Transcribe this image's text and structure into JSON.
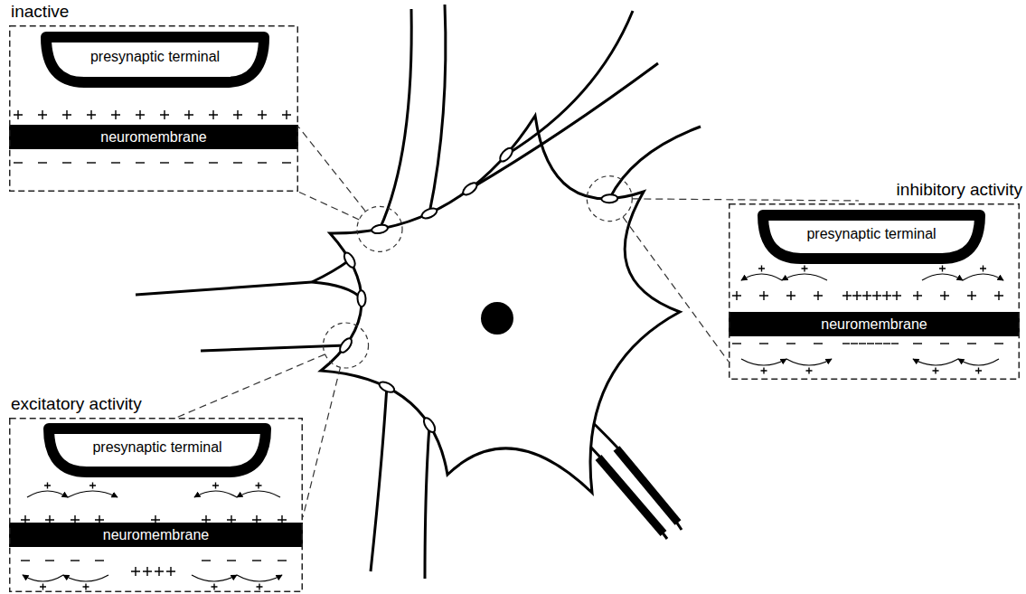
{
  "diagram": {
    "nodes": [
      {
        "text": [
          "inactive"
        ]
      },
      {
        "text": [
          "presynaptic terminal"
        ],
        "in": 0
      },
      {
        "text": [
          "neuromembrane"
        ],
        "in": 0
      },
      {
        "text": [
          "inhibitory activity"
        ]
      },
      {
        "text": [
          "presynaptic terminal"
        ],
        "in": 3
      },
      {
        "text": [
          "neuromembrane"
        ],
        "in": 3
      },
      {
        "text": [
          "excitatory activity"
        ]
      },
      {
        "text": [
          "presynaptic terminal"
        ],
        "in": 6
      },
      {
        "text": [
          "neuromembrane"
        ],
        "in": 6
      }
    ]
  }
}
